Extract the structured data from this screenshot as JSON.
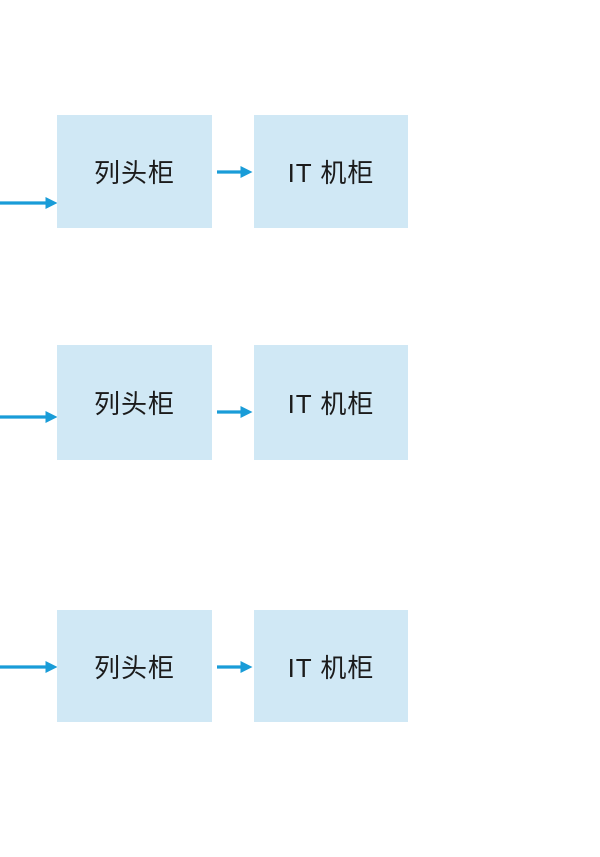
{
  "diagram": {
    "rows": [
      {
        "source": "列头柜",
        "target": "IT 机柜"
      },
      {
        "source": "列头柜",
        "target": "IT 机柜"
      },
      {
        "source": "列头柜",
        "target": "IT 机柜"
      }
    ],
    "colors": {
      "node_fill": "#D0E8F5",
      "arrow": "#199CD8",
      "text": "#1B1B1B",
      "background": "#FFFFFF"
    }
  }
}
